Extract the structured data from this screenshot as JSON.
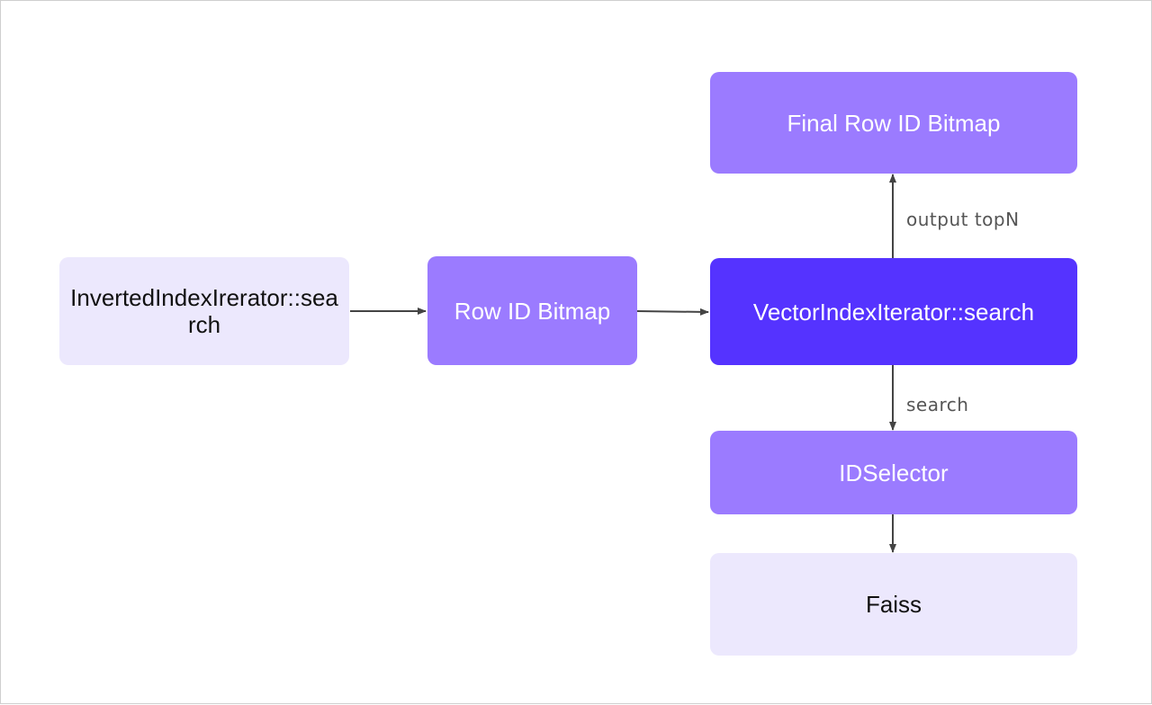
{
  "nodes": {
    "inverted_search": "InvertedIndexIrerator::search",
    "row_id_bitmap": "Row ID Bitmap",
    "vector_search": "VectorIndexIterator::search",
    "final_row_id_bitmap": "Final Row ID Bitmap",
    "id_selector": "IDSelector",
    "faiss": "Faiss"
  },
  "edge_labels": {
    "output_topn": "output topN",
    "search": "search"
  },
  "colors": {
    "light_node": "#ece8fd",
    "mid_node": "#9b7bff",
    "dark_node": "#5533ff",
    "edge": "#444444"
  }
}
